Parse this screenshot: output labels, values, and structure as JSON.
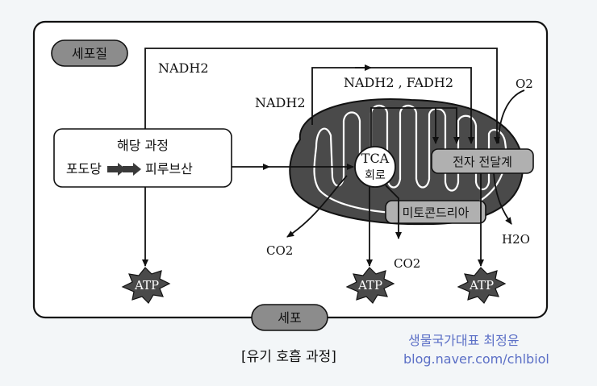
{
  "labels": {
    "cytoplasm": "세포질",
    "glycolysis_title": "해당 과정",
    "glycolysis_start": "포도당",
    "glycolysis_end": "피루브산",
    "nadh_top": "NADH2",
    "nadh_mid": "NADH2",
    "nadh_fadh": "NADH2 , FADH2",
    "o2": "O2",
    "tca_line1": "TCA",
    "tca_line2": "회로",
    "etc": "전자 전달계",
    "mitochondria": "미토콘드리아",
    "co2_left": "CO2",
    "co2_mid": "CO2",
    "h2o": "H2O",
    "atp_1": "ATP",
    "atp_2": "ATP",
    "atp_3": "ATP",
    "cell": "세포",
    "caption": "[유기 호흡 과정]"
  },
  "watermark": {
    "line1": "생물국가대표 최정윤",
    "line2": "blog.naver.com/chlbiol"
  },
  "colors": {
    "paper": "#f3f6f8",
    "ink": "#111111",
    "gray_pill": "#8c8c8c",
    "mito_fill": "#4a4a4a",
    "watermark": "#5b6fc6"
  }
}
